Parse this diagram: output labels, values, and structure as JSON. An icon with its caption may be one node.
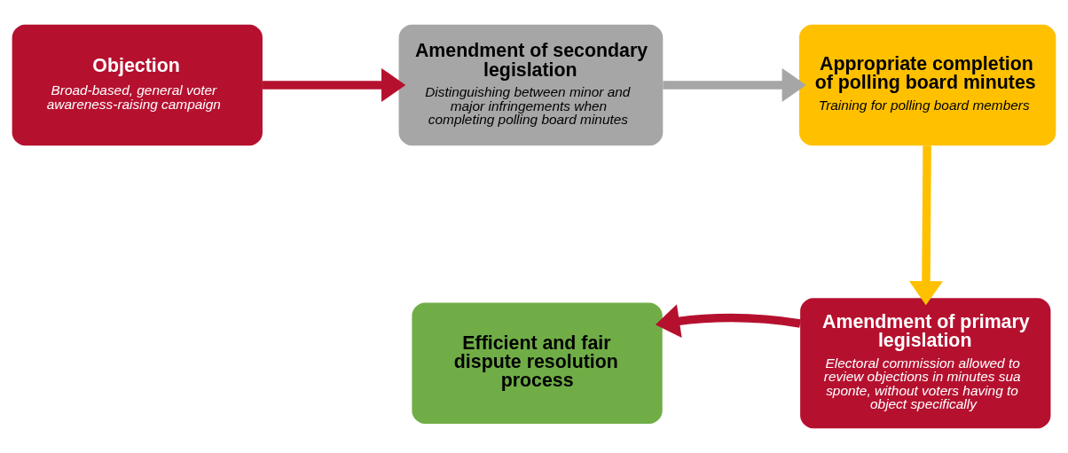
{
  "diagram": {
    "nodes": [
      {
        "text": [
          "Objection",
          "Broad-based, general voter awareness-raising campaign"
        ]
      },
      {
        "text": [
          "Amendment of secondary legislation",
          "Distinguishing between minor and major infringements when completing polling board minutes"
        ]
      },
      {
        "text": [
          "Appropriate completion of polling board minutes",
          "Training for polling board members"
        ]
      },
      {
        "text": [
          "Efficient and fair dispute resolution process"
        ]
      },
      {
        "text": [
          "Amendment of primary legislation",
          "Electoral commission allowed to review objections in minutes sua sponte, without voters having to object specifically"
        ]
      }
    ],
    "edges": [
      {
        "from": 0,
        "to": 1,
        "arrow": "to",
        "color": "#b5112f"
      },
      {
        "from": 1,
        "to": 2,
        "arrow": "to",
        "color": "#a6a6a6"
      },
      {
        "from": 2,
        "to": 4,
        "arrow": "to",
        "color": "#ffc000"
      },
      {
        "from": 4,
        "to": 3,
        "arrow": "to",
        "color": "#b5112f"
      }
    ]
  }
}
